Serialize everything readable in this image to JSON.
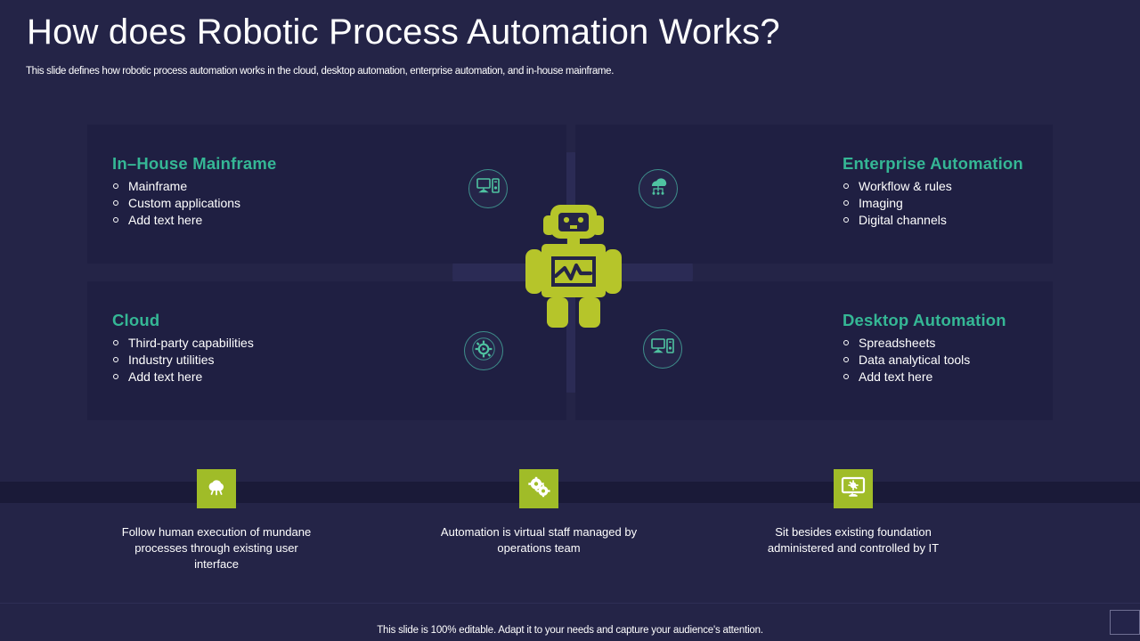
{
  "header": {
    "title": "How does Robotic Process Automation Works?",
    "subtitle": "This slide defines how robotic process automation works in the cloud, desktop automation, enterprise automation, and in-house mainframe."
  },
  "theme": {
    "background": "#242447",
    "panel_bg": "#1f1f42",
    "heading_color": "#35b795",
    "accent_green": "#a0bc28",
    "node_border": "#3e8e8b",
    "band_color": "#1a1a38",
    "text_color": "#ffffff"
  },
  "panels": [
    {
      "id": "in-house-mainframe",
      "heading": "In–House Mainframe",
      "items": [
        "Mainframe",
        "Custom applications",
        "Add text here"
      ]
    },
    {
      "id": "enterprise-automation",
      "heading": "Enterprise Automation",
      "items": [
        "Workflow & rules",
        "Imaging",
        "Digital channels"
      ]
    },
    {
      "id": "cloud",
      "heading": "Cloud",
      "items": [
        "Third-party  capabilities",
        "Industry  utilities",
        "Add text here"
      ]
    },
    {
      "id": "desktop-automation",
      "heading": "Desktop Automation",
      "items": [
        "Spreadsheets",
        "Data analytical tools",
        "Add text here"
      ]
    }
  ],
  "center": {
    "robot_icon": "robot-icon",
    "nodes": [
      {
        "id": "node-top-left",
        "icon": "desktop-computer-icon"
      },
      {
        "id": "node-top-right",
        "icon": "cloud-computing-icon"
      },
      {
        "id": "node-bottom-left",
        "icon": "gear-settings-icon"
      },
      {
        "id": "node-bottom-right",
        "icon": "desktop-computer-icon"
      }
    ]
  },
  "features": [
    {
      "id": "feature-human-execution",
      "icon": "cloud-brain-icon",
      "text": "Follow human execution of mundane processes through existing user interface"
    },
    {
      "id": "feature-virtual-staff",
      "icon": "gears-icon",
      "text": "Automation is virtual staff managed by operations team"
    },
    {
      "id": "feature-existing-foundation",
      "icon": "monitor-settings-icon",
      "text": "Sit besides existing foundation administered and controlled by IT"
    }
  ],
  "footer": {
    "note": "This slide is 100% editable. Adapt it to your needs and capture your audience's attention."
  }
}
